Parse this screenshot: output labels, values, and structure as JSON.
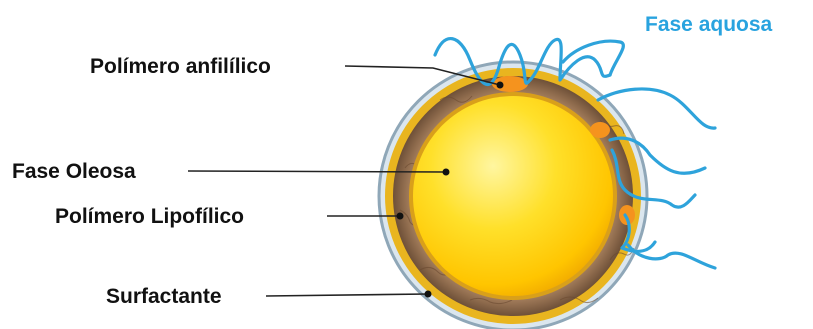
{
  "labels": {
    "anfilico": "Polímero anfilílico",
    "oleosa": "Fase Oleosa",
    "lipofilico": "Polímero Lipofílico",
    "surfactante": "Surfactante",
    "aquosa": "Fase aquosa"
  },
  "colors": {
    "aqueous_label": "#29a3df",
    "polymer_chain": "#2ea3db",
    "oil_core": "#ffd21a",
    "oil_core_highlight": "#fff27a",
    "shell_brown": "#9a7456",
    "shell_gold": "#e9b51f",
    "surfactant_ring": "#8fa7b8",
    "orange_spot": "#f5931e"
  }
}
